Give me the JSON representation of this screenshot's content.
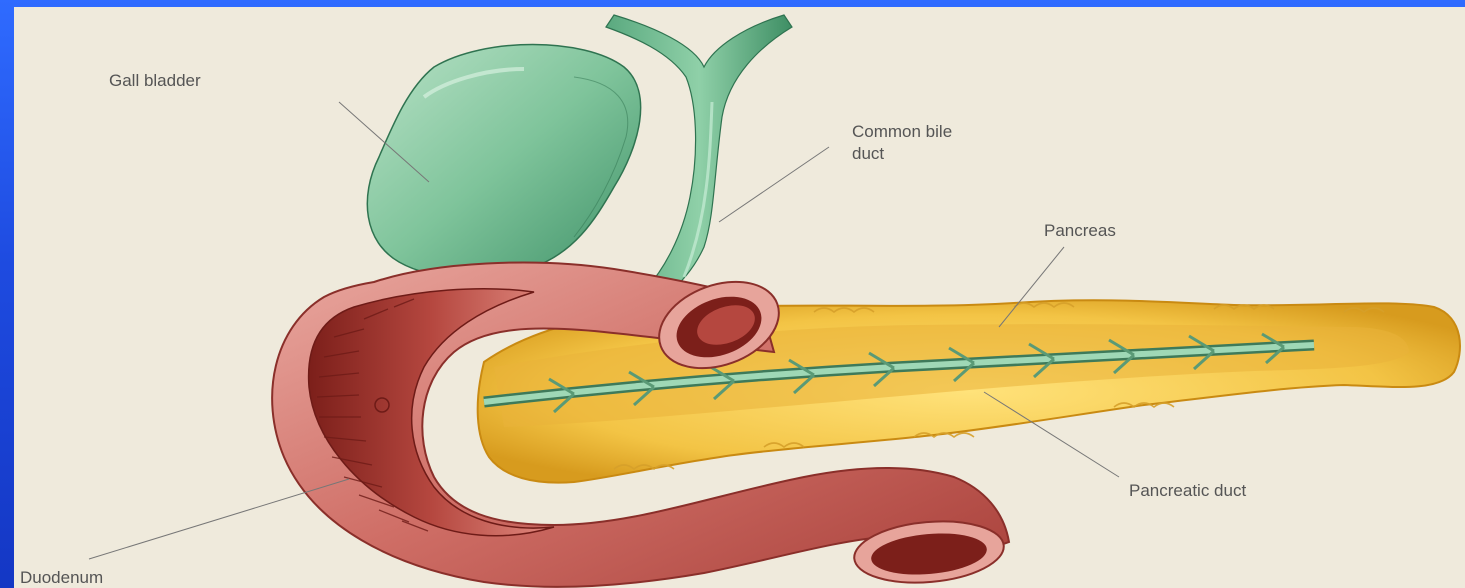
{
  "diagram": {
    "labels": {
      "gall_bladder": "Gall bladder",
      "common_bile_duct_line1": "Common bile",
      "common_bile_duct_line2": "duct",
      "pancreas": "Pancreas",
      "pancreatic_duct": "Pancreatic duct",
      "duodenum": "Duodenum"
    },
    "colors": {
      "frame_blue": "#1e4be0",
      "background": "#efeadc",
      "gallbladder_green": "#7cc39a",
      "duodenum_red": "#c0564f",
      "pancreas_yellow": "#f3c445"
    }
  }
}
